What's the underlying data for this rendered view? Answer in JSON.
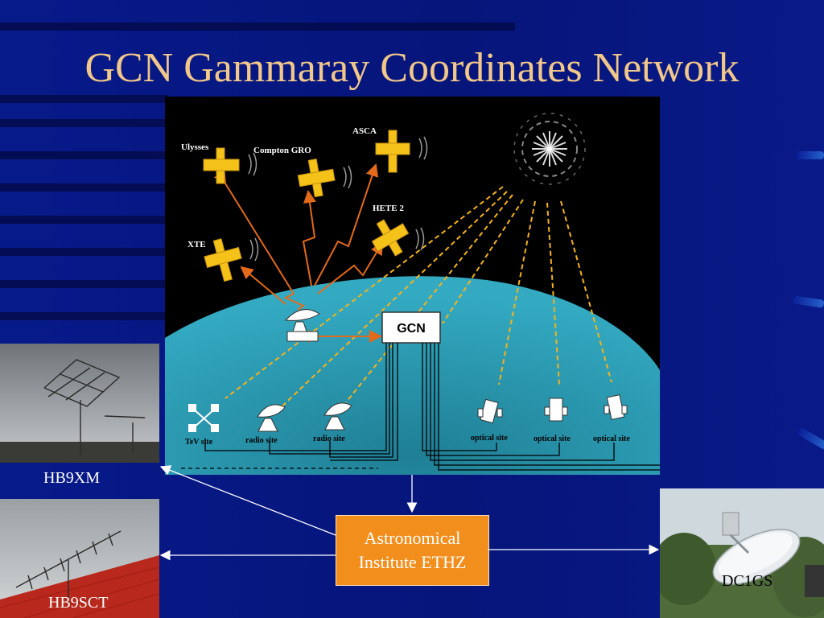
{
  "slide": {
    "title": "GCN Gammaray Coordinates Network"
  },
  "diagram": {
    "satellites": {
      "ulysses": "Ulysses",
      "compton": "Compton GRO",
      "asca": "ASCA",
      "hete2": "HETE 2",
      "xte": "XTE"
    },
    "hub_label": "GCN",
    "sites": {
      "tev": "TeV site",
      "radio1": "radio site",
      "radio2": "radio site",
      "optical1": "optical site",
      "optical2": "optical site",
      "optical3": "optical site"
    }
  },
  "stations": {
    "hb9xm": "HB9XM",
    "hb9sct": "HB9SCT",
    "dc1gs": "DC1GS"
  },
  "institute": {
    "line1": "Astronomical",
    "line2": "Institute ETHZ"
  },
  "colors": {
    "background": "#06157a",
    "title": "#f2c78a",
    "institute_box": "#f28e1c",
    "earth": "#2aa0b8",
    "satellite": "#f5c21a",
    "burst_beam": "#f4b21e",
    "uplink": "#e36a1a"
  }
}
